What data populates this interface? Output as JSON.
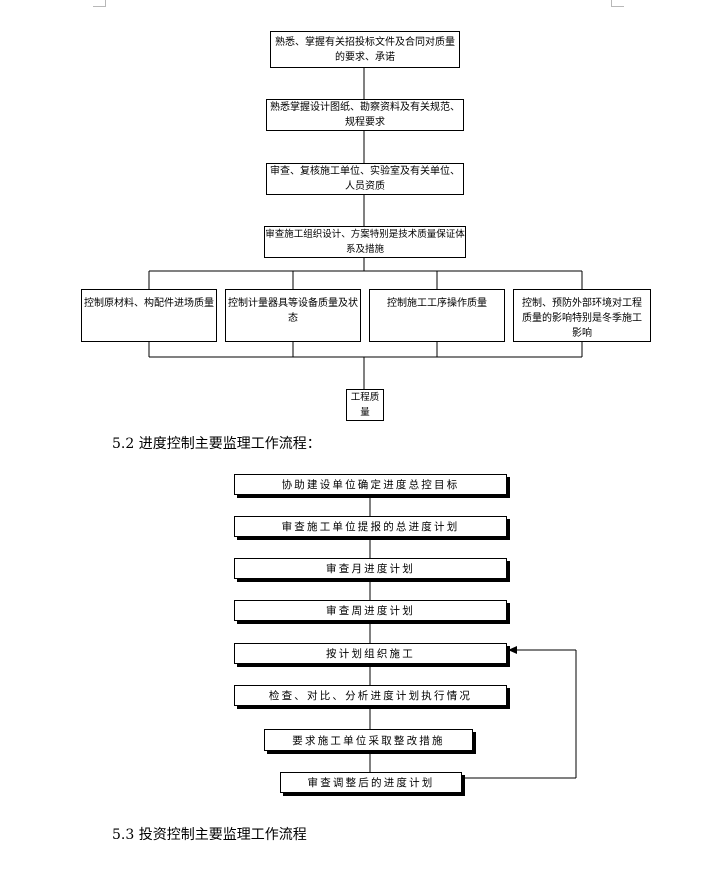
{
  "flow1": {
    "step1": "熟悉、掌握有关招投标文件及合同对质量的要求、承诺",
    "step2": "熟悉掌握设计图纸、勘察资料及有关规范、规程要求",
    "step3": "审查、复核施工单位、实验室及有关单位、人员资质",
    "step4": "审查施工组织设计、方案特别是技术质量保证体系及措施",
    "branches": [
      "控制原材料、构配件进场质量",
      "控制计量器具等设备质量及状态",
      "控制施工工序操作质量",
      "控制、预防外部环境对工程质量的影响特别是冬季施工影响"
    ],
    "result": "工程质量"
  },
  "heading_52": "5.2 进度控制主要监理工作流程：",
  "flow2": {
    "steps": [
      "协助建设单位确定进度总控目标",
      "审查施工单位提报的总进度计划",
      "审查月进度计划",
      "审查周进度计划",
      "按计划组织施工",
      "检查、对比、分析进度计划执行情况",
      "要求施工单位采取整改措施",
      "审查调整后的进度计划"
    ]
  },
  "heading_53": "5.3 投资控制主要监理工作流程"
}
